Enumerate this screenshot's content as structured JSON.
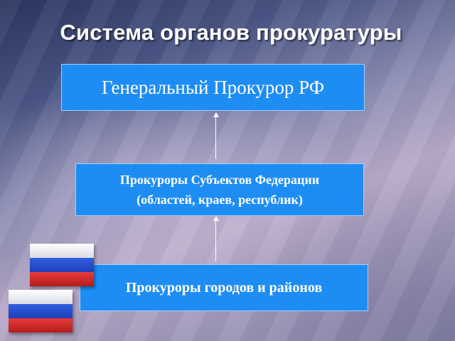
{
  "title": "Система органов прокуратуры",
  "boxes": {
    "top": "Генеральный Прокурор РФ",
    "middle_line1": "Прокуроры Субъектов Федерации",
    "middle_line2": "(областей, краев, республик)",
    "bottom": "Прокуроры городов и районов"
  },
  "colors": {
    "box_fill": "#1e8df3",
    "flag_white": "#ffffff",
    "flag_blue": "#2f5fe0",
    "flag_red": "#e83a3a"
  }
}
